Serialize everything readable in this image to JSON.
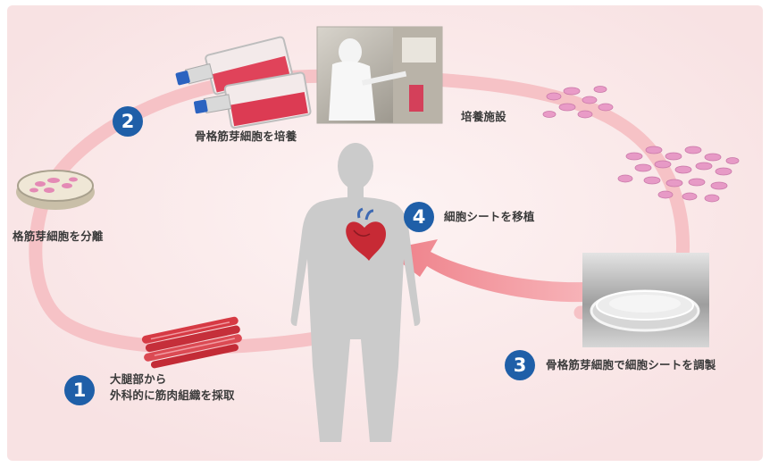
{
  "steps": [
    {
      "number": "1",
      "lines": [
        "大腿部から",
        "外科的に筋肉組織を採取"
      ]
    },
    {
      "number": "2",
      "lines": [
        "骨格筋芽細胞を培養"
      ]
    },
    {
      "number": "3",
      "lines": [
        "骨格筋芽細胞で細胞シートを調製"
      ]
    },
    {
      "number": "4",
      "lines": [
        "細胞シートを移植"
      ]
    }
  ],
  "labels": {
    "separation": "格筋芽細胞を分離",
    "facility": "培養施設"
  },
  "colors": {
    "cycle_ring": "#f5b8bd",
    "badge": "#1f5fa8",
    "human_silhouette": "#c9c9c9",
    "arrow": "#f08a92",
    "background_tint": "#fbecec"
  }
}
